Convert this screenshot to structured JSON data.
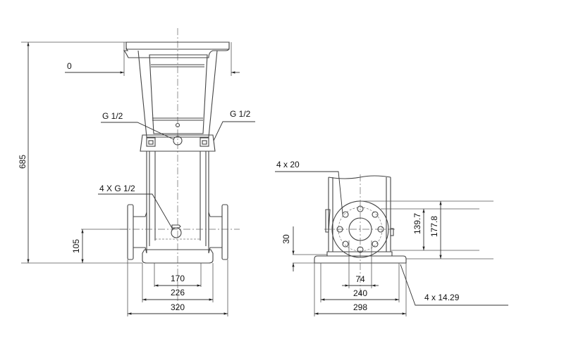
{
  "drawing": {
    "title": "Pump dimensional drawing",
    "background": "#ffffff",
    "line_color": "#444444"
  },
  "front_view": {
    "labels": {
      "zero_ref": "0",
      "gauge_left": "G 1/2",
      "gauge_right": "G 1/2",
      "drain_ports": "4 X G 1/2"
    },
    "dimensions": {
      "overall_height": "685",
      "inlet_height": "105",
      "foot_inner": "170",
      "foot_mid": "226",
      "foot_outer": "320"
    }
  },
  "side_view": {
    "labels": {
      "bolt_holes_flange": "4 x 20",
      "bolt_holes_base": "4 x 14.29"
    },
    "dimensions": {
      "base_height": "30",
      "flange_inner": "139.7",
      "flange_outer": "177.8",
      "bore": "74",
      "base_inner": "240",
      "base_outer": "298"
    }
  }
}
